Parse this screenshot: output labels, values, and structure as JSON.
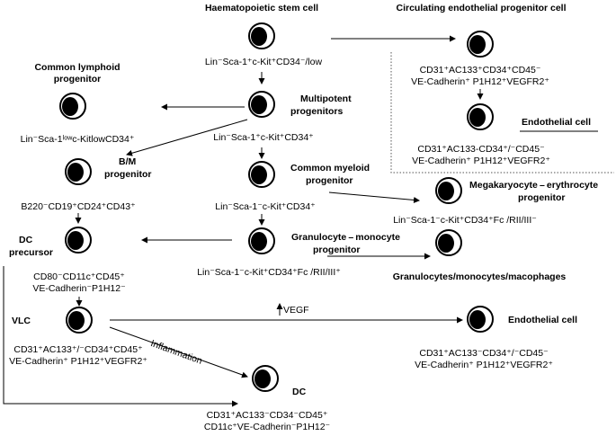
{
  "nodes": {
    "hsc": {
      "title": "Haematopoietic stem cell",
      "markers": "Lin⁻Sca-1⁺c-Kit⁺CD34⁻/low"
    },
    "cepc": {
      "title": "Circulating endothelial progenitor cell",
      "markers1": "CD31⁺AC133⁺CD34⁺CD45⁻",
      "markers2": "VE-Cadherin⁺ P1H12⁺VEGFR2⁺"
    },
    "clp": {
      "title1": "Common lymphoid",
      "title2": "progenitor",
      "markers": "Lin⁻Sca-1ˡᵒʷc-KitlowCD34⁺"
    },
    "mpp": {
      "title1": "Multipotent",
      "title2": "progenitors",
      "markers": "Lin⁻Sca-1⁺c-Kit⁺CD34⁺"
    },
    "endo1": {
      "title": "Endothelial  cell",
      "markers1": "CD31⁺AC133-CD34⁺/⁻CD45⁻",
      "markers2": "VE-Cadherin⁺ P1H12⁺VEGFR2⁺"
    },
    "bm": {
      "title1": "B/M",
      "title2": "progenitor",
      "markers": "B220⁻CD19⁺CD24⁺CD43⁺"
    },
    "cmp": {
      "title1": "Common myeloid",
      "title2": "progenitor",
      "markers": "Lin⁻Sca-1⁻c-Kit⁺CD34⁺"
    },
    "mep": {
      "title1": "Megakaryocyte – erythrocyte",
      "title2": "progenitor",
      "markers": "Lin⁻Sca-1⁻c-Kit⁺CD34⁺Fc /RII/III⁻"
    },
    "dcp": {
      "title1": "DC",
      "title2": "precursor",
      "markers1": "CD80⁻CD11c⁺CD45⁺",
      "markers2": "VE-Cadherin⁻P1H12⁻"
    },
    "gmp": {
      "title1": "Granulocyte – monocyte",
      "title2": "progenitor",
      "markers": "Lin⁻Sca-1⁻c-Kit⁺CD34⁺Fc /RII/III⁺"
    },
    "gran": {
      "title": "Granulocytes/monocytes/macophages"
    },
    "vlc": {
      "title": "VLC",
      "markers1": "CD31⁺AC133⁺/⁻CD34⁺CD45⁺",
      "markers2": "VE-Cadherin⁺ P1H12⁺VEGFR2⁺"
    },
    "endo2": {
      "title": "Endothelial  cell",
      "markers1": "CD31⁺AC133⁻CD34⁺/⁻CD45⁻",
      "markers2": "VE-Cadherin⁺ P1H12⁺VEGFR2⁺"
    },
    "dc": {
      "title": "DC",
      "markers1": "CD31⁺AC133⁻CD34⁻CD45⁺",
      "markers2": "CD11c⁺VE-Cadherin⁻P1H12⁻"
    }
  },
  "edge_labels": {
    "vegf": "VEGF",
    "inflammation": "Inflammation"
  }
}
